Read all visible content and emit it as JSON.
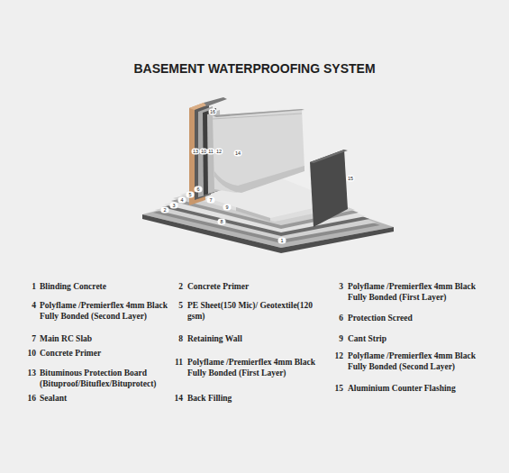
{
  "diagram": {
    "title": "BASEMENT WATERPROOFING SYSTEM",
    "labels": [
      "1",
      "2",
      "3",
      "4",
      "5",
      "6",
      "7",
      "8",
      "9",
      "10",
      "11",
      "12",
      "13",
      "14",
      "15",
      "16",
      "1",
      "Blinding Concrete",
      "2",
      "Concrete Primer",
      "3",
      "Polyflame /Premierflex 4mm Black Fully Bonded (First Layer)",
      "4",
      "Polyflame /Premierflex 4mm Black Fully Bonded (Second Layer)",
      "5",
      "PE Sheet(150 Mic)/ Geotextile(120 gsm)",
      "6",
      "Protection Screed",
      "7",
      "Main RC Slab",
      "8",
      "Retaining Wall",
      "9",
      "Cant Strip",
      "10",
      "Concrete Primer",
      "11",
      "Polyflame /Premierflex 4mm Black Fully Bonded (First Layer)",
      "12",
      "Polyflame /Premierflex 4mm Black Fully Bonded (Second Layer)",
      "13",
      "Bituminous Protection Board (Bituproof/Bituflex/Bituprotect)",
      "14",
      "Back Filling",
      "15",
      "Aluminium Counter Flashing",
      "16",
      "Sealant"
    ]
  }
}
